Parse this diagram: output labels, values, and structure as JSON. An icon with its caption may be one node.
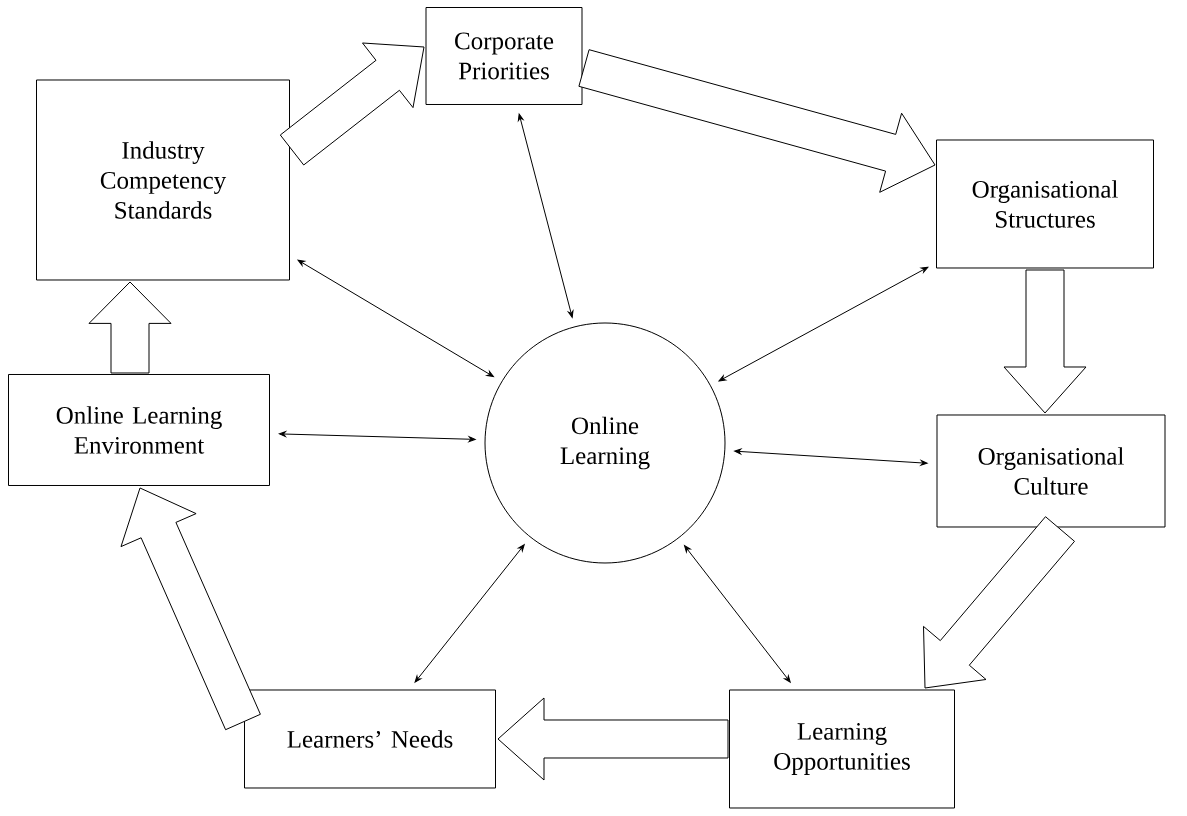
{
  "diagram": {
    "nodes": [
      {
        "text": [
          "Corporate Priorities"
        ]
      },
      {
        "text": [
          "Industry Competency Standards"
        ]
      },
      {
        "text": [
          "Organisational Structures"
        ]
      },
      {
        "text": [
          "Online Learning"
        ]
      },
      {
        "text": [
          "Online Learning Environment"
        ]
      },
      {
        "text": [
          "Organisational Culture"
        ]
      },
      {
        "text": [
          "Learners’ Needs"
        ]
      },
      {
        "text": [
          "Learning Opportunities"
        ]
      }
    ],
    "edges": [
      {
        "from": 1,
        "to": 0,
        "arrow": "to",
        "style": "thick"
      },
      {
        "from": 0,
        "to": 2,
        "arrow": "to",
        "style": "thick"
      },
      {
        "from": 2,
        "to": 5,
        "arrow": "to",
        "style": "thick"
      },
      {
        "from": 5,
        "to": 7,
        "arrow": "to",
        "style": "thick"
      },
      {
        "from": 7,
        "to": 6,
        "arrow": "to",
        "style": "thick"
      },
      {
        "from": 6,
        "to": 4,
        "arrow": "to",
        "style": "thick"
      },
      {
        "from": 4,
        "to": 1,
        "arrow": "to",
        "style": "thick"
      },
      {
        "from": 3,
        "to": 0,
        "arrow": "both"
      },
      {
        "from": 3,
        "to": 1,
        "arrow": "both"
      },
      {
        "from": 3,
        "to": 2,
        "arrow": "both"
      },
      {
        "from": 3,
        "to": 4,
        "arrow": "both"
      },
      {
        "from": 3,
        "to": 5,
        "arrow": "both"
      },
      {
        "from": 3,
        "to": 6,
        "arrow": "both"
      },
      {
        "from": 3,
        "to": 7,
        "arrow": "both"
      }
    ]
  }
}
